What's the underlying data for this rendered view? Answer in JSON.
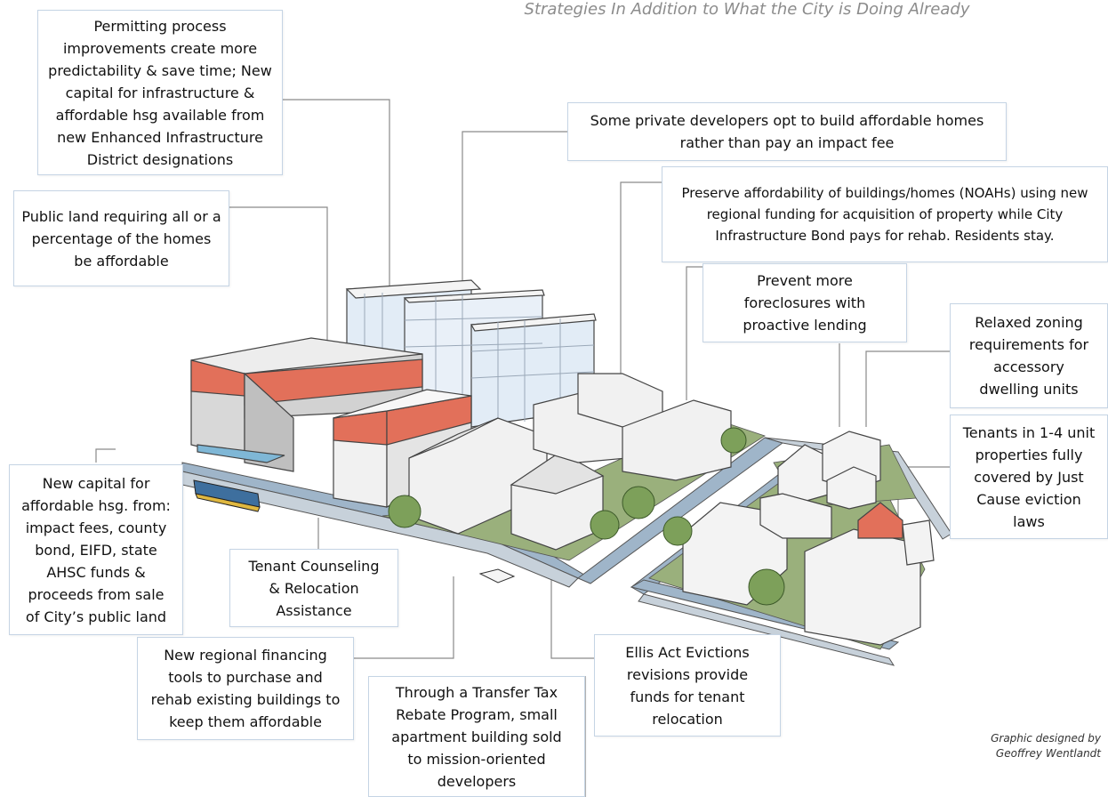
{
  "subtitle": "Strategies In Addition to What the City is Doing Already",
  "callouts": {
    "permitting": "Permitting process improvements create more predictability & save time; New capital for infrastructure & affordable hsg available from new Enhanced Infrastructure District designations",
    "public_land": "Public land requiring all or a percentage of the homes be affordable",
    "private_developers": "Some private developers opt to build affordable homes rather than pay an impact fee",
    "preserve_noah": "Preserve affordability of buildings/homes (NOAHs) using new regional funding for acquisition of property while City Infrastructure Bond pays for rehab.  Residents stay.",
    "foreclosures": "Prevent more foreclosures with proactive lending",
    "zoning": "Relaxed zoning requirements for accessory dwelling units",
    "tenants_just_cause": "Tenants in 1-4 unit properties fully covered by Just Cause eviction laws",
    "new_capital": "New capital for affordable hsg. from: impact fees, county bond, EIFD, state AHSC funds & proceeds from sale of City’s public land",
    "tenant_counseling": "Tenant Counseling & Relocation Assistance",
    "regional_financing": "New regional financing tools to purchase and rehab existing buildings to keep them affordable",
    "transfer_tax": "Through a Transfer Tax Rebate Program, small apartment building sold to mission-oriented developers",
    "ellis_act": "Ellis Act Evictions revisions provide funds for tenant relocation"
  },
  "credit": {
    "line1": "Graphic designed by",
    "line2": "Geoffrey Wentlandt"
  },
  "colors": {
    "accent_red": "#e2705a",
    "building_gray": "#e3e3e3",
    "glass_blue": "#e2ecf6",
    "grass_green": "#9ab07c",
    "street_blue": "#9fb5c9",
    "box_border": "#c5d4e4"
  }
}
